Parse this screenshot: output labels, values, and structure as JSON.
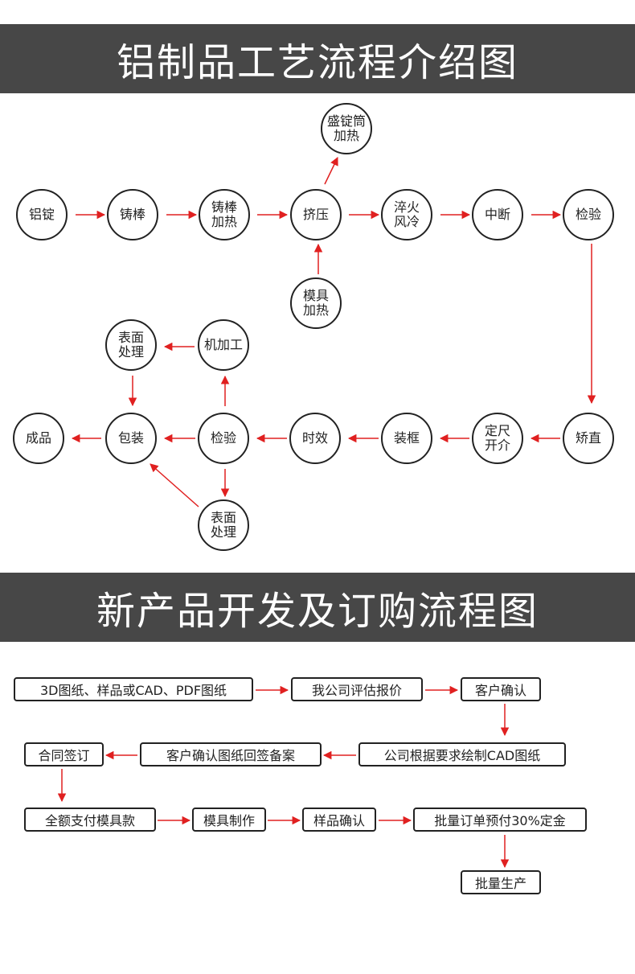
{
  "banners": {
    "process_title": "铝制品工艺流程介绍图",
    "order_title": "新产品开发及订购流程图"
  },
  "process": {
    "ingot": "铝锭",
    "cast_rod": "铸棒",
    "rod_heating": "铸棒\n加热",
    "extrusion": "挤压",
    "container_heating": "盛锭筒\n加热",
    "die_heating": "模具\n加热",
    "quench": "淬火\n风冷",
    "middle_cut": "中断",
    "inspect_1": "检验",
    "straighten": "矫直",
    "cut_length": "定尺\n开介",
    "framing": "装框",
    "aging": "时效",
    "inspect_2": "检验",
    "machining": "机加工",
    "surface_top": "表面\n处理",
    "surface_bottom": "表面\n处理",
    "packing": "包装",
    "finished": "成品"
  },
  "order": {
    "drawings": "3D图纸、样品或CAD、PDF图纸",
    "quote": "我公司评估报价",
    "confirm": "客户确认",
    "cad_drawing": "公司根据要求绘制CAD图纸",
    "sign_back": "客户确认图纸回签备案",
    "contract": "合同签订",
    "full_payment": "全额支付模具款",
    "mold_making": "模具制作",
    "sample_confirm": "样品确认",
    "deposit": "批量订单预付30%定金",
    "mass_production": "批量生产"
  },
  "colors": {
    "banner": "#474747",
    "arrow": "#e02020",
    "outline": "#222222"
  }
}
